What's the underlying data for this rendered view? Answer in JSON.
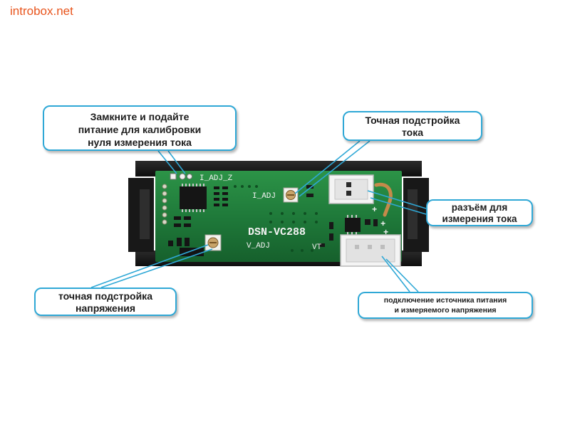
{
  "site": {
    "name": "introbox.net"
  },
  "board": {
    "model": "DSN-VC288",
    "labels": {
      "i_adj_z": "I_ADJ_Z",
      "i_adj": "I_ADJ",
      "v_adj": "V_ADJ",
      "vt": "VT",
      "plus_top": "+",
      "plus_mid": "+",
      "plus_low": "+"
    }
  },
  "callouts": {
    "zero_calibration": {
      "lines": [
        "Замкните и подайте",
        "питание для калибровки",
        "нуля измерения тока"
      ]
    },
    "current_trim": {
      "lines": [
        "Точная подстройка",
        "тока"
      ]
    },
    "current_connector": {
      "lines": [
        "разъём для",
        "измерения тока"
      ]
    },
    "voltage_trim": {
      "lines": [
        "точная подстройка",
        "напряжения"
      ]
    },
    "power_connector": {
      "lines": [
        "подключение источника питания",
        "и измеряемого напряжения"
      ]
    }
  },
  "colors": {
    "accent_border": "#2fa8d6",
    "pcb": "#1f7a3a",
    "logo": "#e8541c",
    "case": "#1c1c1c"
  }
}
